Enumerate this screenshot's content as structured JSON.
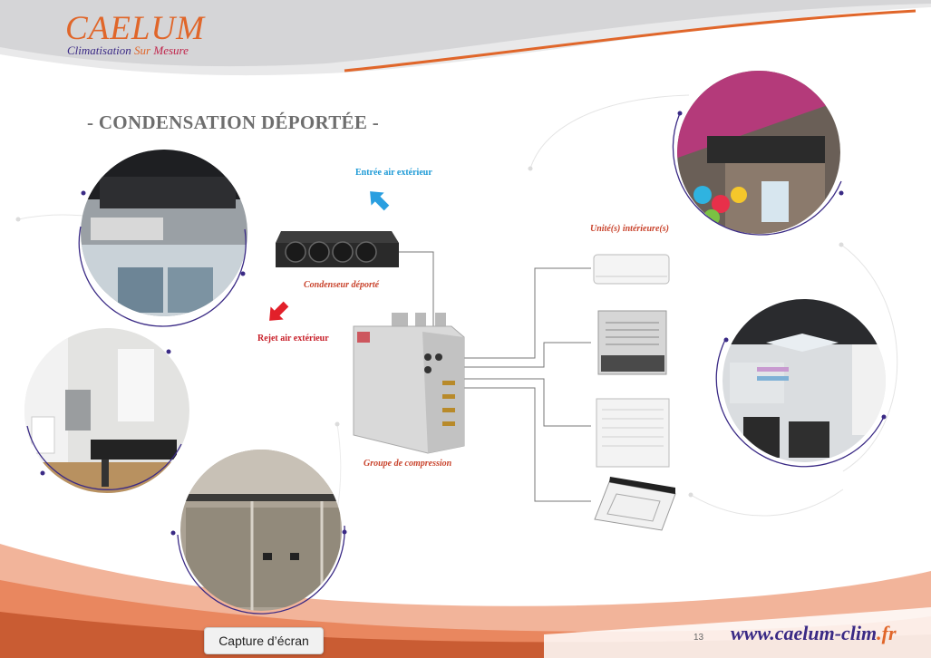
{
  "brand": {
    "logo_name": "CAELUM",
    "tagline_part1": "Climatisation",
    "tagline_part2": "Sur",
    "tagline_part3": "Mesure",
    "colors": {
      "orange": "#e0662a",
      "navy": "#3a2a85",
      "red": "#c8202a",
      "blue": "#1d9ad6"
    }
  },
  "page": {
    "title": "-  CONDENSATION DÉPORTÉE -",
    "page_number": "13",
    "website_main": "www.caelum-clim",
    "website_tld": ".fr"
  },
  "diagram": {
    "label_air_in": "Entrée air extérieur",
    "label_condenser": "Condenseur déporté",
    "label_air_out": "Rejet air extérieur",
    "label_compressor": "Groupe de compression",
    "label_indoor": "Unité(s) intérieure(s)",
    "indoor_units": [
      "wall-split-unit",
      "ducted-unit",
      "floor-console-unit",
      "ceiling-cassette-unit"
    ]
  },
  "photos": [
    "ceiling-duct-photo",
    "treatment-room-photo",
    "shopfront-glass-photo",
    "shop-awning-photo",
    "hair-salon-photo"
  ],
  "overlay": {
    "capture_label": "Capture d’écran"
  }
}
